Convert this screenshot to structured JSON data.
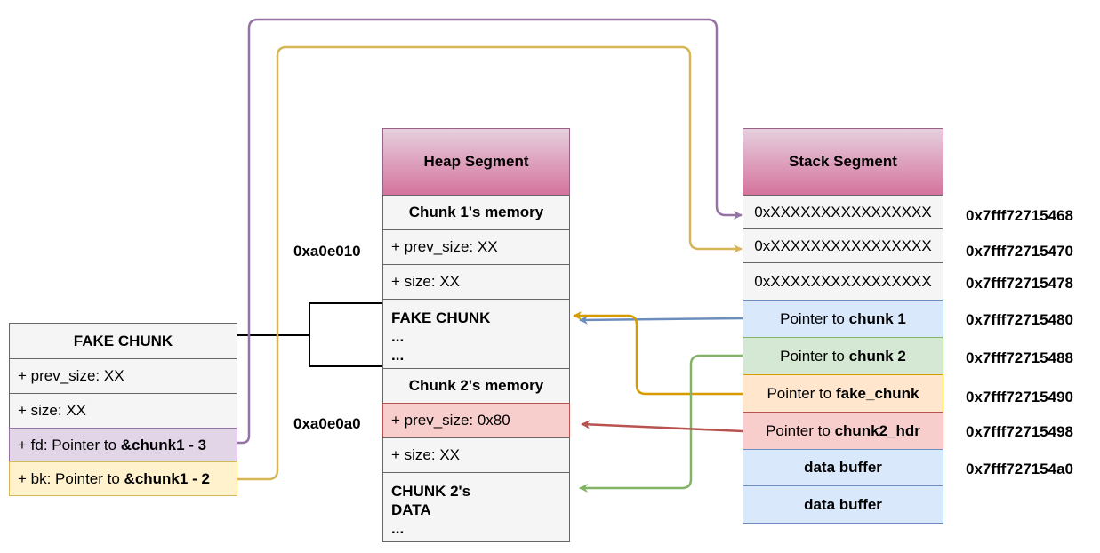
{
  "heap": {
    "title": "Heap Segment",
    "chunk1_label": "Chunk 1's memory",
    "c1_prev_size": "+ prev_size: XX",
    "c1_size": "+ size: XX",
    "fake_chunk_line1": "FAKE CHUNK",
    "fake_chunk_line2": "...",
    "fake_chunk_line3": "...",
    "chunk2_label": "Chunk 2's memory",
    "c2_prev_size": "+ prev_size: 0x80",
    "c2_size": "+ size: XX",
    "c2_data_line1": "CHUNK 2's",
    "c2_data_line2": "DATA",
    "c2_data_line3": "..."
  },
  "heap_addresses": {
    "chunk1": "0xa0e010",
    "chunk2": "0xa0e0a0"
  },
  "fake_chunk": {
    "title": "FAKE CHUNK",
    "prev_size": "+ prev_size: XX",
    "size": "+ size: XX",
    "fd_prefix": "+ fd: Pointer to ",
    "fd_target": "&chunk1 - 3",
    "bk_prefix": "+ bk: Pointer to ",
    "bk_target": "&chunk1 - 2"
  },
  "stack": {
    "title": "Stack Segment",
    "rows": [
      {
        "text": "0xXXXXXXXXXXXXXXXX",
        "address": "0x7fff72715468"
      },
      {
        "text": "0xXXXXXXXXXXXXXXXX",
        "address": "0x7fff72715470"
      },
      {
        "text": "0xXXXXXXXXXXXXXXXX",
        "address": "0x7fff72715478"
      },
      {
        "prefix": "Pointer to ",
        "target": "chunk 1",
        "address": "0x7fff72715480"
      },
      {
        "prefix": "Pointer to ",
        "target": "chunk 2",
        "address": "0x7fff72715488"
      },
      {
        "prefix": "Pointer to ",
        "target": "fake_chunk",
        "address": "0x7fff72715490"
      },
      {
        "prefix": "Pointer to ",
        "target": "chunk2_hdr",
        "address": "0x7fff72715498"
      },
      {
        "text": "data buffer",
        "address": "0x7fff727154a0"
      },
      {
        "text": "data buffer"
      }
    ]
  },
  "colors": {
    "purple_arrow": "#9673a6",
    "yellow_arrow": "#d6b656",
    "blue_arrow": "#6c8ebf",
    "orange_arrow": "#d79b00",
    "green_arrow": "#82b366",
    "red_arrow": "#b85450"
  }
}
